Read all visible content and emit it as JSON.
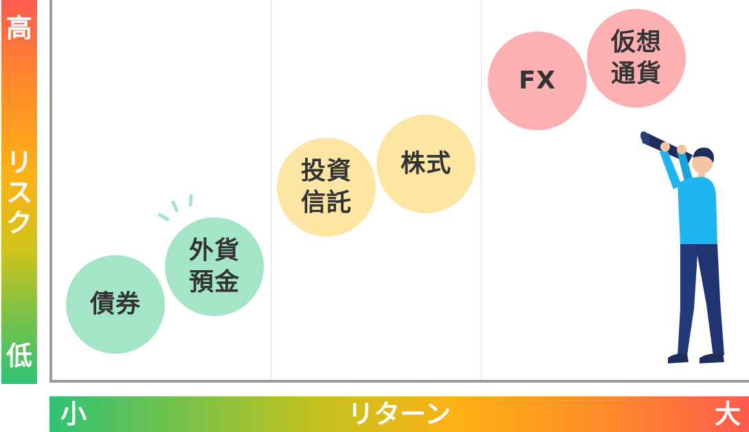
{
  "axes": {
    "y": {
      "top_label": "高",
      "title": "リスク",
      "bottom_label": "低"
    },
    "x": {
      "left_label": "小",
      "title": "リターン",
      "right_label": "大"
    }
  },
  "colors": {
    "low": "#2fc274",
    "mid": "#fdb114",
    "high": "#ff5b4e",
    "frame": "#9a9a9a",
    "green_bubble": "#a4e5c8",
    "yellow_bubble": "#fde6a3",
    "pink_bubble": "#fdb0b2",
    "text": "#333333"
  },
  "bubbles": [
    {
      "id": "bonds",
      "lines": [
        "債券"
      ],
      "color": "green"
    },
    {
      "id": "foreign-deposit",
      "lines": [
        "外貨",
        "預金"
      ],
      "color": "green"
    },
    {
      "id": "investment-trust",
      "lines": [
        "投資",
        "信託"
      ],
      "color": "yellow"
    },
    {
      "id": "stocks",
      "lines": [
        "株式"
      ],
      "color": "yellow"
    },
    {
      "id": "fx",
      "lines": [
        "FX"
      ],
      "color": "pink"
    },
    {
      "id": "crypto",
      "lines": [
        "仮想",
        "通貨"
      ],
      "color": "pink"
    }
  ],
  "illustration": {
    "figure": "person-with-telescope-icon",
    "accent": "sparkle-icon"
  }
}
